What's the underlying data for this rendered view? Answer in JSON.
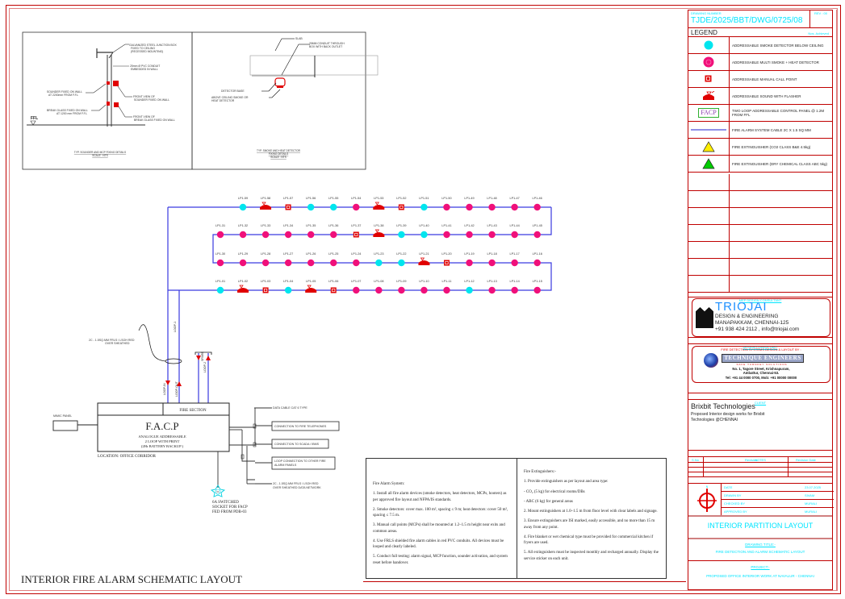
{
  "title_block": {
    "drawing_number_label": "DRAWING NUMBER",
    "rev_label": "REV : 00",
    "drawing_number": "TJDE/2025/BBT/DWG/0725/08",
    "legend_label": "LEGEND",
    "nos_achieved_label": "Nos. Achieved",
    "legend_items": [
      {
        "symbol": "smoke-detector-icon",
        "text": "ADDRESSABLE SMOKE DETECTOR BELOW CEILING"
      },
      {
        "symbol": "multi-detector-icon",
        "text": "ADDRESSABLE MULTI SMOKE + HEAT DETECTOR"
      },
      {
        "symbol": "manual-call-point-icon",
        "text": "ADDRESSABLE MANUAL CALL POINT"
      },
      {
        "symbol": "sounder-flasher-icon",
        "text": "ADDRESSABLE SOUND WITH FLASHER"
      },
      {
        "symbol": "facp-icon",
        "symbol_text": "FACP",
        "text": "TWO LOOP ADDRESSABLE CONTROL PANEL @ 1.2M FROM FFL"
      },
      {
        "symbol": "cable-icon",
        "text": "FIRE ALARM SYSTEM CABLE 2C X 1.5 SQ MM"
      },
      {
        "symbol": "co2-extinguisher-icon",
        "text": "FIRE EXTINGUISHER (CO2 CLASS B&E 4.5kg)"
      },
      {
        "symbol": "dcp-extinguisher-icon",
        "text": "FIRE EXTINGUISHER (DRY CHEMICAL CLASS ABC 5kg)"
      }
    ],
    "mep_consultant_label": "MEP DESIGN CONSULTANT",
    "mep": {
      "name": "TRIOJAI",
      "line1": "DESIGN & ENGINEERING",
      "line2": "MANAPAKKAM, CHENNAI-125",
      "line3": "+91 938 424 2112 , info@triojai.com"
    },
    "design_consultant_label": "DESIGN CONSULTANT",
    "designer": {
      "header": "FIRE DETECTION SYSTEMS DESIGN & LAYOUT BY :",
      "name": "TECHNIQUE ENGINEERS",
      "tagline": "SAFE TURNKEY SOLUTIONS",
      "address1": "No. 1, Tagore Street, Krishnapuram,",
      "address2": "Ambattur, Chennai-53.",
      "contact": "Tel: +91 44 0000 0700, Mob: +91 00000 00000"
    },
    "client_label": "CLIENT",
    "client_name": "Brixbit Technologies",
    "client_desc": "Proposed Interior design works for Brixbit Technologies @CHENNAI",
    "notes_label": "NOTES",
    "revision_headers": [
      "S.No",
      "Revision",
      "Revision Date"
    ],
    "sign_rows": [
      {
        "label": "DATE",
        "value": "23.07.2025"
      },
      {
        "label": "DRAWN BY",
        "value": "SIVAM"
      },
      {
        "label": "CHECKED BY",
        "value": "MURALI"
      },
      {
        "label": "APPROVED BY",
        "value": "MURALI"
      }
    ],
    "north_label": "N",
    "layout_title": "INTERIOR PARTITION  LAYOUT",
    "drawing_title_label": "DRAWING TITLE:-",
    "drawing_title": "FIRE DETECTION AND ALARM SCHEMATIC LAYOUT",
    "project_label": "PROJECT:-",
    "project": "PROPOSED OFFICE INTERIOR WORK AT NAVALUR - CHENNAI"
  },
  "detail1": {
    "labels": [
      "GALVANIZED STEEL JUNCTION BOX",
      "FIXED TO CEILING",
      "(RECESSED MOUNTING)",
      "25mm Ø PVC CONDUIT",
      "EMBEDDED IN WALL",
      "SOUNDER FIXED ON WALL",
      "AT 2200mm FROM F.F.L",
      "FRONT VIEW OF",
      "SOUNDER FIXED ON WALL",
      "BREAK GLASS FIXED ON WALL",
      "AT 1200 mm FROM F.F.L",
      "FRONT VIEW OF",
      "BREAK GLASS FIXED ON WALL"
    ],
    "ffl": "FFL",
    "caption1": "TYP. SOUNDER AND MCP FIXING DETAILS",
    "caption2": "SCALE : NTS"
  },
  "detail2": {
    "slab": "SLAB",
    "conduit1": "25MM CONDUIT THROUGH",
    "conduit2": "BOX WITH BACK OUTLET",
    "base": "DETECTOR BASE",
    "above1": "ABOVE CEILING SMOKE OR",
    "above2": "HEAT DETECTOR",
    "caption1": "TYP. SMOKE AND HEAT DETECTOR",
    "caption2": "FIXING DETAILS",
    "caption3": "SCALE : NTS"
  },
  "loop": {
    "rows": [
      {
        "devices": [
          {
            "id": "LP1-59",
            "type": "smoke"
          },
          {
            "id": "LP1-58",
            "type": "sounder"
          },
          {
            "id": "LP1-57",
            "type": "mcp"
          },
          {
            "id": "LP1-56",
            "type": "smoke"
          },
          {
            "id": "LP1-55",
            "type": "smoke"
          },
          {
            "id": "LP1-54",
            "type": "multi"
          },
          {
            "id": "LP1-53",
            "type": "sounder"
          },
          {
            "id": "LP1-52",
            "type": "mcp"
          },
          {
            "id": "LP1-51",
            "type": "smoke"
          },
          {
            "id": "LP1-50",
            "type": "multi"
          },
          {
            "id": "LP1-49",
            "type": "multi"
          },
          {
            "id": "LP1-48",
            "type": "multi"
          },
          {
            "id": "LP1-47",
            "type": "multi"
          },
          {
            "id": "LP1-46",
            "type": "multi"
          }
        ]
      },
      {
        "devices": [
          {
            "id": "LP1-31",
            "type": "multi"
          },
          {
            "id": "LP1-32",
            "type": "multi"
          },
          {
            "id": "LP1-33",
            "type": "multi"
          },
          {
            "id": "LP1-34",
            "type": "multi"
          },
          {
            "id": "LP1-35",
            "type": "multi"
          },
          {
            "id": "LP1-36",
            "type": "multi"
          },
          {
            "id": "LP1-37",
            "type": "mcp"
          },
          {
            "id": "LP1-38",
            "type": "sounder"
          },
          {
            "id": "LP1-39",
            "type": "smoke"
          },
          {
            "id": "LP1-40",
            "type": "smoke"
          },
          {
            "id": "LP1-41",
            "type": "multi"
          },
          {
            "id": "LP1-42",
            "type": "multi"
          },
          {
            "id": "LP1-43",
            "type": "multi"
          },
          {
            "id": "LP1-44",
            "type": "multi"
          },
          {
            "id": "LP1-45",
            "type": "multi"
          }
        ]
      },
      {
        "devices": [
          {
            "id": "LP1-30",
            "type": "multi"
          },
          {
            "id": "LP1-29",
            "type": "multi"
          },
          {
            "id": "LP1-28",
            "type": "multi"
          },
          {
            "id": "LP1-27",
            "type": "multi"
          },
          {
            "id": "LP1-26",
            "type": "multi"
          },
          {
            "id": "LP1-25",
            "type": "multi"
          },
          {
            "id": "LP1-24",
            "type": "multi"
          },
          {
            "id": "LP1-23",
            "type": "smoke"
          },
          {
            "id": "LP1-22",
            "type": "smoke"
          },
          {
            "id": "LP1-21",
            "type": "sounder"
          },
          {
            "id": "LP1-20",
            "type": "mcp"
          },
          {
            "id": "LP1-19",
            "type": "multi"
          },
          {
            "id": "LP1-18",
            "type": "multi"
          },
          {
            "id": "LP1-17",
            "type": "multi"
          },
          {
            "id": "LP1-16",
            "type": "multi"
          }
        ]
      },
      {
        "devices": [
          {
            "id": "LP1-01",
            "type": "smoke"
          },
          {
            "id": "LP1-02",
            "type": "sounder"
          },
          {
            "id": "LP1-03",
            "type": "mcp"
          },
          {
            "id": "LP1-04",
            "type": "smoke"
          },
          {
            "id": "LP1-05",
            "type": "sounder"
          },
          {
            "id": "LP1-06",
            "type": "mcp"
          },
          {
            "id": "LP1-07",
            "type": "multi"
          },
          {
            "id": "LP1-08",
            "type": "multi"
          },
          {
            "id": "LP1-09",
            "type": "multi"
          },
          {
            "id": "LP1-10",
            "type": "multi"
          },
          {
            "id": "LP1-11",
            "type": "multi"
          },
          {
            "id": "LP1-12",
            "type": "smoke"
          },
          {
            "id": "LP1-13",
            "type": "multi"
          },
          {
            "id": "LP1-14",
            "type": "multi"
          },
          {
            "id": "LP1-15",
            "type": "multi"
          }
        ]
      }
    ],
    "colors": {
      "smoke": "#00e5ee",
      "multi": "#f0107a",
      "red": "#e00000",
      "cable": "#3030e0"
    }
  },
  "facp": {
    "cable_note1": "2C - 1.5SQ.MM FRLS / LSOH RED",
    "cable_note2": "OVER SHEATHED",
    "loop1": "LOOP-1",
    "loop1_in": "LOOP-IN",
    "loop1_out": "LOOP-OUT",
    "spare": "SPARE",
    "loop2": "LOOP-2",
    "fire_section": "FIRE SECTION",
    "title": "F.A.C.P",
    "sub1": "ANALOGUE ADDRESSABLE",
    "sub2": "2 LOOP WITH PRINT",
    "sub3": "(2Hr BATTERY BACKUP )",
    "location": "LOCATION: OFFICE CORRIDOR",
    "mimic": "MIMIC PANEL",
    "data_cable": "DATA CABLE CAT 6 TYPE",
    "conn1": "CONNECTION TO FIRE TELEPHONES",
    "conn2": "CONNECTION TO SCADA / IBMS",
    "conn3a": "LOOP CONNECTION TO OTHER FIRE",
    "conn3b": "ALARM PANELS",
    "net1": "2C - 1.5SQ.MM FRLS / LSOH RED",
    "net2": "OVER SHEATHED DATA NETWORK",
    "socket_icon_text": "6A",
    "socket1": "6A SWITCHED",
    "socket2": "SOCKET FOR FACP",
    "socket3": "FED FROM PDB-03"
  },
  "notes_alarm": {
    "heading": "Fire Alarm System:",
    "items": [
      "1. Install all fire alarm devices (smoke detectors, heat detectors, MCPs, hooters) as per approved fire layout and NFPA/IS standards.",
      "2. Smoke detectors: cover max. 100 m², spacing ≤ 9 m; heat detectors: cover 50 m², spacing ≤ 7.5 m.",
      "3. Manual call points (MCPs) shall be mounted at 1.2–1.5 m height near exits and common areas.",
      "4. Use FRLS shielded fire alarm cables in red PVC conduits. All devices must be looped and clearly labeled.",
      "5. Conduct full testing: alarm signal, MCP function, sounder activation, and system reset before handover."
    ]
  },
  "notes_ext": {
    "heading": "Fire Extinguishers:-",
    "items": [
      "1. Provide extinguishers as per layout and area type:",
      "- CO₂ (5 kg) for electrical rooms/DBs",
      "- ABC (6 kg) for general areas",
      "2. Mount extinguishers at 1.0–1.5 m from floor level with clear labels and signage.",
      "3. Ensure extinguishers are ISI marked, easily accessible, and no more than 15 m away from any point.",
      "4. Fire blanket or wet chemical type must be provided for commercial kitchen if fryers are used.",
      "5. All extinguishers must be inspected monthly and recharged annually. Display the service sticker on each unit."
    ]
  },
  "sheet_title": "INTERIOR FIRE ALARM SCHEMATIC  LAYOUT"
}
